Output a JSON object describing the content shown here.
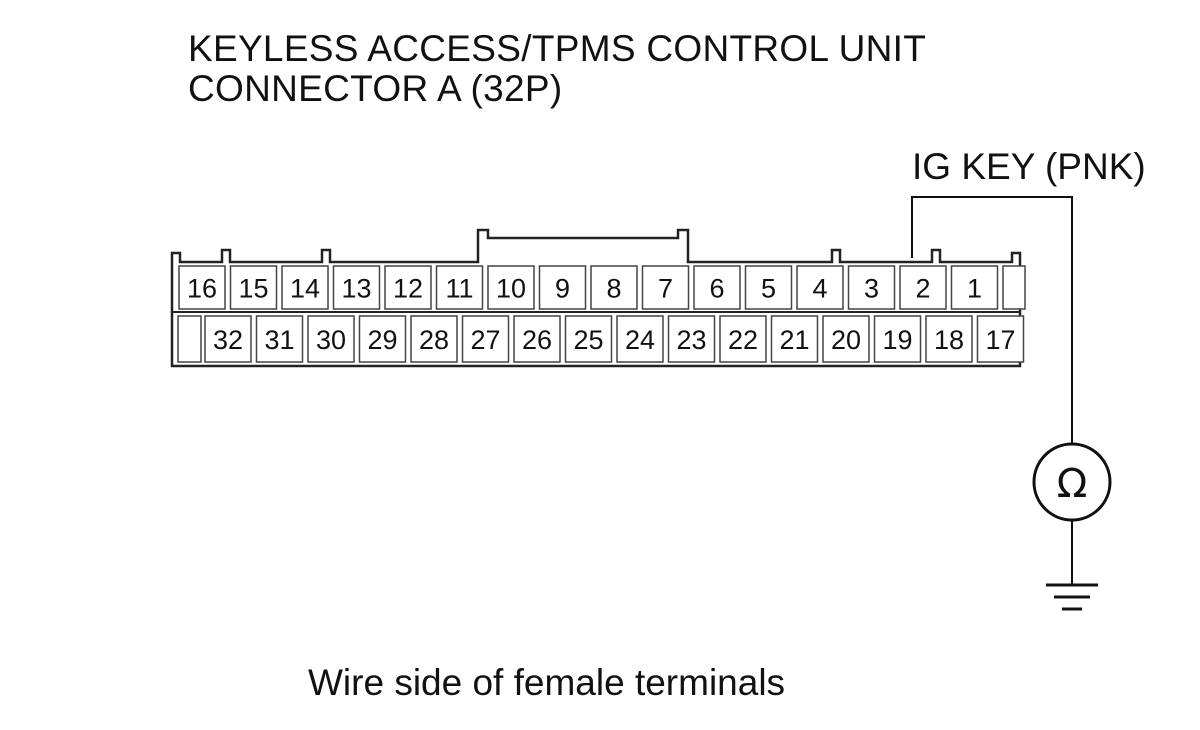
{
  "title": {
    "line1": "KEYLESS ACCESS/TPMS CONTROL UNIT",
    "line2": "CONNECTOR A (32P)"
  },
  "wire_label": "IG KEY (PNK)",
  "caption": "Wire side of female terminals",
  "meter_symbol": "Ω",
  "connector": {
    "top_row": [
      "16",
      "15",
      "14",
      "13",
      "12",
      "11",
      "10",
      "9",
      "8",
      "7",
      "6",
      "5",
      "4",
      "3",
      "2",
      "1"
    ],
    "bottom_row": [
      "32",
      "31",
      "30",
      "29",
      "28",
      "27",
      "26",
      "25",
      "24",
      "23",
      "22",
      "21",
      "20",
      "19",
      "18",
      "17"
    ],
    "probed_terminal": "2"
  },
  "icons": {
    "meter": "ohmmeter-icon",
    "ground": "ground-icon"
  }
}
